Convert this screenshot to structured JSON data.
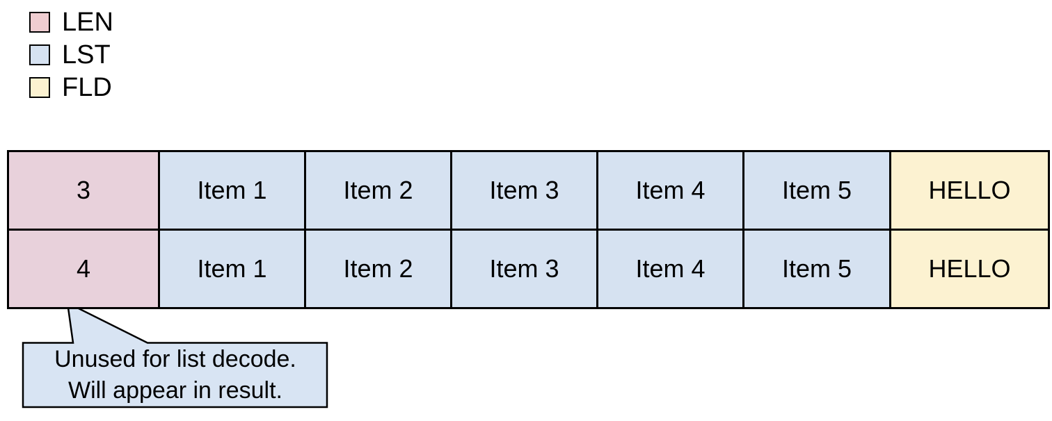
{
  "legend": {
    "items": [
      {
        "label": "LEN",
        "swatch": "len-swatch"
      },
      {
        "label": "LST",
        "swatch": "lst-swatch"
      },
      {
        "label": "FLD",
        "swatch": "fld-swatch"
      }
    ]
  },
  "table": {
    "rows": [
      [
        "3",
        "Item 1",
        "Item 2",
        "Item 3",
        "Item 4",
        "Item 5",
        "HELLO"
      ],
      [
        "4",
        "Item 1",
        "Item 2",
        "Item 3",
        "Item 4",
        "Item 5",
        "HELLO"
      ]
    ]
  },
  "callout": {
    "line1": "Unused for list decode.",
    "line2": "Will appear in result."
  },
  "colors": {
    "background": "#ffffff",
    "text": "#000000",
    "border": "#000000",
    "len_legend": "#efcdd1",
    "len_cell": "#e8d1db",
    "lst": "#d6e2f1",
    "fld": "#fcf2d1",
    "callout_fill": "#d8e4f3"
  }
}
